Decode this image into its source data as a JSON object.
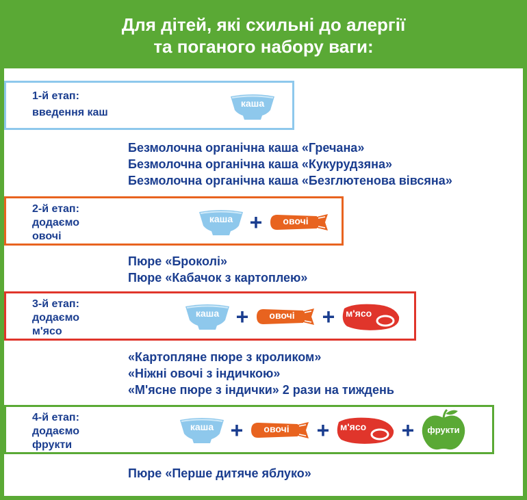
{
  "header": {
    "line1": "Для дітей, які схильні до алергії",
    "line2": "та поганого набору ваги:"
  },
  "icons": {
    "porridge": "каша",
    "vegetables": "овочі",
    "meat": "м'ясо",
    "fruits": "фрукти"
  },
  "stages": [
    {
      "label": [
        "1-й етап:",
        "введення каш"
      ],
      "color": "#8ec8ec",
      "products": [
        "Безмолочна органічна каша «Гречана»",
        "Безмолочна органічна каша «Кукурудзяна»",
        "Безмолочна органічна каша «Безглютенова вівсяна»"
      ]
    },
    {
      "label": [
        "2-й етап:",
        "додаємо",
        "овочі"
      ],
      "color": "#e8631f",
      "products": [
        "Пюре «Броколі»",
        "Пюре «Кабачок з картоплею»"
      ]
    },
    {
      "label": [
        "3-й етап:",
        "додаємо",
        "м'ясо"
      ],
      "color": "#e0352b",
      "products": [
        "«Картопляне пюре з кроликом»",
        "«Ніжні овочі з індичкою»",
        "«М'ясне пюре з індички» 2 рази на тиждень"
      ]
    },
    {
      "label": [
        "4-й етап:",
        "додаємо",
        "фрукти"
      ],
      "color": "#5aa935",
      "products": [
        "Пюре «Перше дитяче яблуко»"
      ]
    }
  ],
  "plus_sign": "+"
}
